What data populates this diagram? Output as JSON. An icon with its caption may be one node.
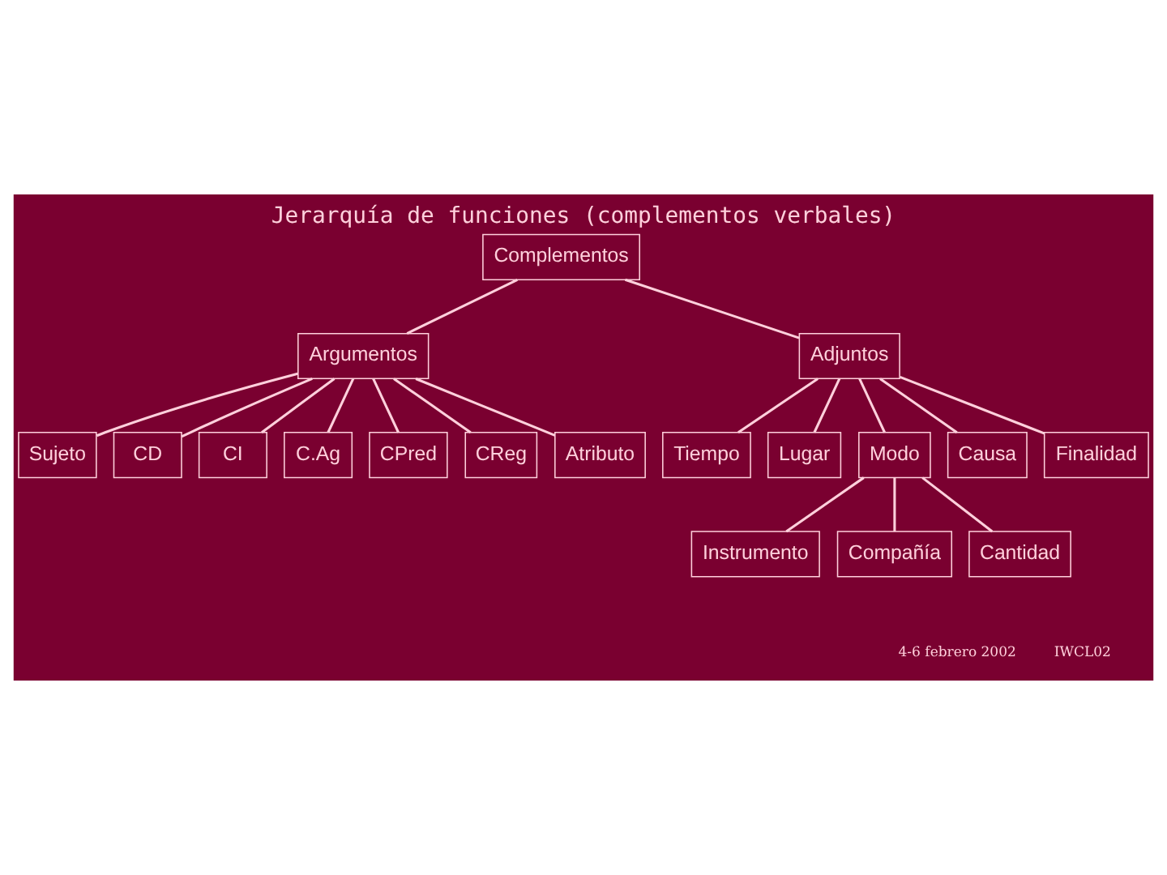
{
  "diagram": {
    "title": "Jerarquía de funciones (complementos verbales)",
    "nodes": [
      {
        "text": [
          "Complementos"
        ]
      },
      {
        "text": [
          "Argumentos"
        ]
      },
      {
        "text": [
          "Adjuntos"
        ]
      },
      {
        "text": [
          "Sujeto"
        ]
      },
      {
        "text": [
          "CD"
        ]
      },
      {
        "text": [
          "CI"
        ]
      },
      {
        "text": [
          "C.Ag"
        ]
      },
      {
        "text": [
          "CPred"
        ]
      },
      {
        "text": [
          "CReg"
        ]
      },
      {
        "text": [
          "Atributo"
        ]
      },
      {
        "text": [
          "Tiempo"
        ]
      },
      {
        "text": [
          "Lugar"
        ]
      },
      {
        "text": [
          "Modo"
        ]
      },
      {
        "text": [
          "Causa"
        ]
      },
      {
        "text": [
          "Finalidad"
        ]
      },
      {
        "text": [
          "Instrumento"
        ]
      },
      {
        "text": [
          "Compañía"
        ]
      },
      {
        "text": [
          "Cantidad"
        ]
      }
    ],
    "edges": [
      {
        "from": 0,
        "to": 1,
        "arrow": "none"
      },
      {
        "from": 0,
        "to": 2,
        "arrow": "none"
      },
      {
        "from": 1,
        "to": 3,
        "arrow": "none"
      },
      {
        "from": 1,
        "to": 4,
        "arrow": "none"
      },
      {
        "from": 1,
        "to": 5,
        "arrow": "none"
      },
      {
        "from": 1,
        "to": 6,
        "arrow": "none"
      },
      {
        "from": 1,
        "to": 7,
        "arrow": "none"
      },
      {
        "from": 1,
        "to": 8,
        "arrow": "none"
      },
      {
        "from": 1,
        "to": 9,
        "arrow": "none"
      },
      {
        "from": 2,
        "to": 10,
        "arrow": "none"
      },
      {
        "from": 2,
        "to": 11,
        "arrow": "none"
      },
      {
        "from": 2,
        "to": 12,
        "arrow": "none"
      },
      {
        "from": 2,
        "to": 13,
        "arrow": "none"
      },
      {
        "from": 2,
        "to": 14,
        "arrow": "none"
      },
      {
        "from": 12,
        "to": 15,
        "arrow": "none"
      },
      {
        "from": 12,
        "to": 16,
        "arrow": "none"
      },
      {
        "from": 12,
        "to": 17,
        "arrow": "none"
      }
    ],
    "labels": [
      "4-6 febrero 2002",
      "IWCL02"
    ]
  }
}
